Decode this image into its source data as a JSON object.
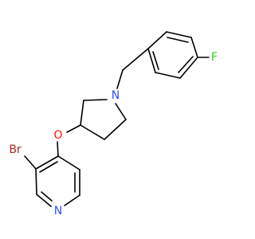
{
  "structure": {
    "atoms": [
      {
        "id": "F",
        "label": "F",
        "color": "#33cc33"
      },
      {
        "id": "N1",
        "label": "N",
        "color": "#3050f8"
      },
      {
        "id": "O",
        "label": "O",
        "color": "#ff0d0d"
      },
      {
        "id": "Br",
        "label": "Br",
        "color": "#a62929"
      },
      {
        "id": "N2",
        "label": "N",
        "color": "#3050f8"
      }
    ],
    "bond_color": "#000000"
  }
}
